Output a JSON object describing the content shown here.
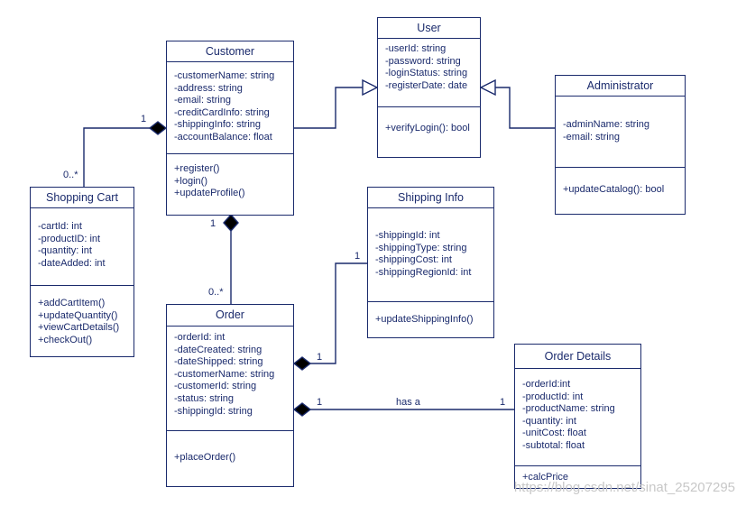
{
  "classes": {
    "user": {
      "name": "User",
      "attributes": [
        "-userId: string",
        "-password: string",
        "-loginStatus: string",
        "-registerDate: date"
      ],
      "methods": [
        "+verifyLogin(): bool"
      ]
    },
    "customer": {
      "name": "Customer",
      "attributes": [
        "-customerName: string",
        "-address: string",
        "-email: string",
        "-creditCardInfo: string",
        "-shippingInfo: string",
        "-accountBalance: float"
      ],
      "methods": [
        "+register()",
        "+login()",
        "+updateProfile()"
      ]
    },
    "administrator": {
      "name": "Administrator",
      "attributes": [
        "-adminName: string",
        "-email: string"
      ],
      "methods": [
        "+updateCatalog(): bool"
      ]
    },
    "shopping_cart": {
      "name": "Shopping Cart",
      "attributes": [
        "-cartId: int",
        "-productID: int",
        "-quantity: int",
        "-dateAdded: int"
      ],
      "methods": [
        "+addCartItem()",
        "+updateQuantity()",
        "+viewCartDetails()",
        "+checkOut()"
      ]
    },
    "shipping_info": {
      "name": "Shipping Info",
      "attributes": [
        "-shippingId: int",
        "-shippingType: string",
        "-shippingCost: int",
        "-shippingRegionId: int"
      ],
      "methods": [
        "+updateShippingInfo()"
      ]
    },
    "order": {
      "name": "Order",
      "attributes": [
        "-orderId: int",
        "-dateCreated: string",
        "-dateShipped: string",
        "-customerName: string",
        "-customerId: string",
        "-status: string",
        "-shippingId: string"
      ],
      "methods": [
        "+placeOrder()"
      ]
    },
    "order_details": {
      "name": "Order Details",
      "attributes": [
        "-orderId:int",
        "-productId: int",
        "-productName: string",
        "-quantity: int",
        "-unitCost: float",
        "-subtotal: float"
      ],
      "methods": [
        "+calcPrice"
      ]
    }
  },
  "multiplicities": {
    "customer_cart_one": "1",
    "customer_cart_many": "0..*",
    "customer_order_one": "1",
    "customer_order_many": "0..*",
    "order_shipping_order_end": "1",
    "order_shipping_shipping_end": "1",
    "order_details_order_end": "1",
    "order_details_details_end": "1"
  },
  "association_label": "has a",
  "watermark": "https://blog.csdn.net/sinat_25207295",
  "colors": {
    "stroke": "#1a2a6c",
    "fill": "#ffffff"
  }
}
